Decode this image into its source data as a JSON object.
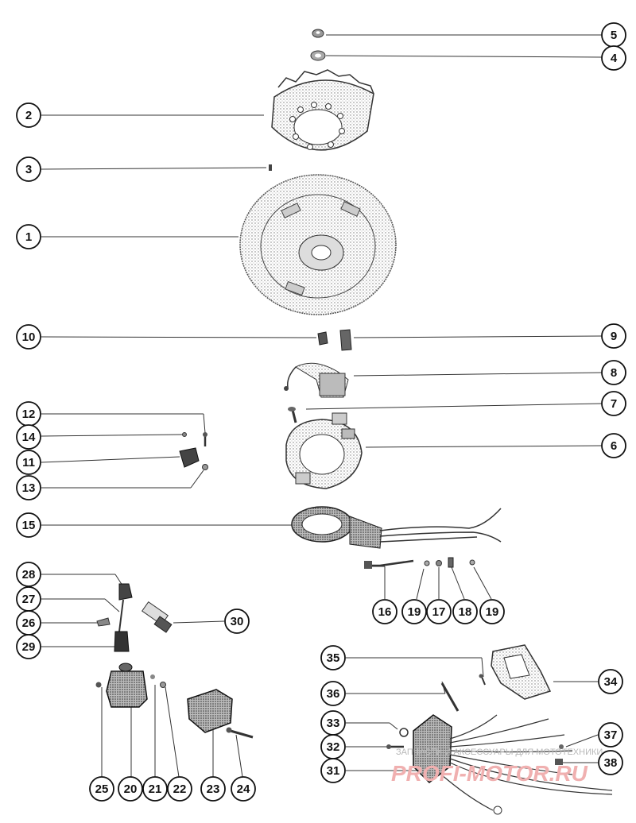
{
  "callouts": [
    {
      "id": "c5",
      "label": "5"
    },
    {
      "id": "c4",
      "label": "4"
    },
    {
      "id": "c2",
      "label": "2"
    },
    {
      "id": "c3",
      "label": "3"
    },
    {
      "id": "c1",
      "label": "1"
    },
    {
      "id": "c10",
      "label": "10"
    },
    {
      "id": "c9",
      "label": "9"
    },
    {
      "id": "c8",
      "label": "8"
    },
    {
      "id": "c7",
      "label": "7"
    },
    {
      "id": "c12",
      "label": "12"
    },
    {
      "id": "c14",
      "label": "14"
    },
    {
      "id": "c11",
      "label": "11"
    },
    {
      "id": "c13",
      "label": "13"
    },
    {
      "id": "c6",
      "label": "6"
    },
    {
      "id": "c15",
      "label": "15"
    },
    {
      "id": "c28",
      "label": "28"
    },
    {
      "id": "c27",
      "label": "27"
    },
    {
      "id": "c26",
      "label": "26"
    },
    {
      "id": "c29",
      "label": "29"
    },
    {
      "id": "c30",
      "label": "30"
    },
    {
      "id": "c16",
      "label": "16"
    },
    {
      "id": "c19a",
      "label": "19"
    },
    {
      "id": "c17",
      "label": "17"
    },
    {
      "id": "c18",
      "label": "18"
    },
    {
      "id": "c19b",
      "label": "19"
    },
    {
      "id": "c35",
      "label": "35"
    },
    {
      "id": "c34",
      "label": "34"
    },
    {
      "id": "c36",
      "label": "36"
    },
    {
      "id": "c33",
      "label": "33"
    },
    {
      "id": "c32",
      "label": "32"
    },
    {
      "id": "c31",
      "label": "31"
    },
    {
      "id": "c37",
      "label": "37"
    },
    {
      "id": "c38",
      "label": "38"
    },
    {
      "id": "c25",
      "label": "25"
    },
    {
      "id": "c20",
      "label": "20"
    },
    {
      "id": "c21",
      "label": "21"
    },
    {
      "id": "c22",
      "label": "22"
    },
    {
      "id": "c23",
      "label": "23"
    },
    {
      "id": "c24",
      "label": "24"
    }
  ],
  "watermark": {
    "small_text": "ЗАПЧАСТИ И АКСЕССУАРЫ ДЛЯ МОТОТЕХНИКИ",
    "big_text": "PROFI-MOTOR.RU"
  }
}
